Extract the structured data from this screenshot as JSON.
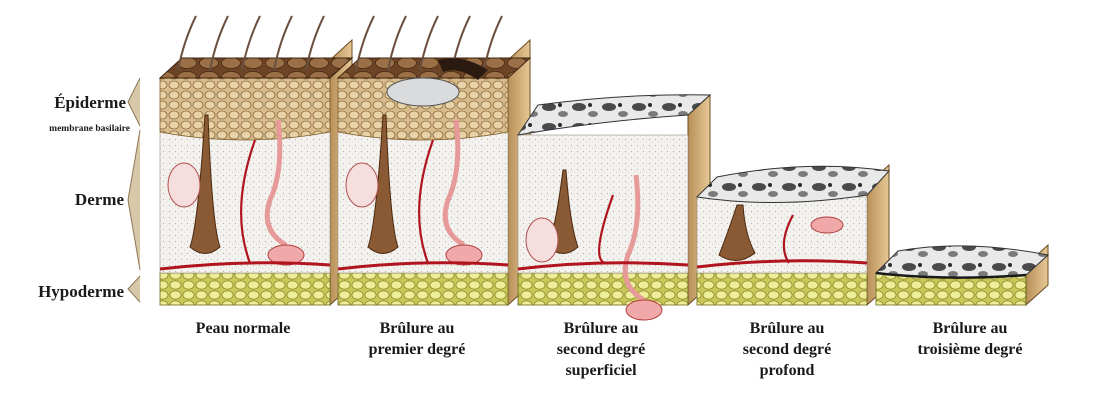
{
  "layer_labels": {
    "epidermis": "Épiderme",
    "basement_membrane": "membrane basilaire",
    "dermis": "Derme",
    "hypodermis": "Hypoderme"
  },
  "captions": [
    "Peau normale",
    "Brûlure au\npremier degré",
    "Brûlure au\nsecond degré\nsuperficiel",
    "Brûlure au\nsecond degré\nprofond",
    "Brûlure au\ntroisième degré"
  ],
  "colors": {
    "skin_top": "#7a5230",
    "epidermis": "#c9a47a",
    "dermis": "#f3f1ee",
    "side_face": "#c9a26a",
    "fat": "#dfe07a",
    "vessel": "#b0141e",
    "gland": "#e79a9a",
    "hair_follicle": "#8a5a34",
    "char": "#3a3a3a"
  }
}
